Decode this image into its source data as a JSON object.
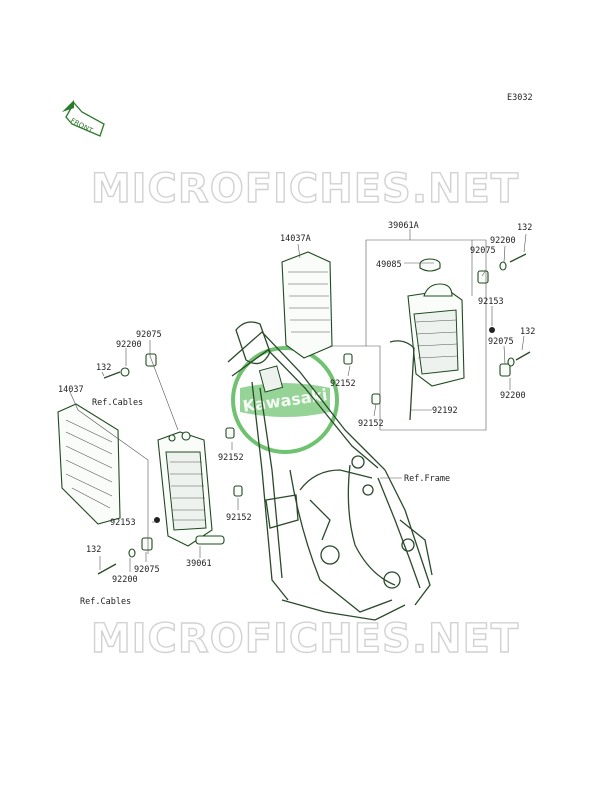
{
  "diagram_code": "E3032",
  "front_label": "FRONT",
  "watermark_text": "MICROFICHES.NET",
  "logo_text": "Kawasaki",
  "labels": {
    "p14037A": "14037A",
    "p39061A": "39061A",
    "p49085": "49085",
    "p92075_tr": "92075",
    "p92200_tr": "92200",
    "p132_tr": "132",
    "p92153_r": "92153",
    "p132_r": "132",
    "p92075_r": "92075",
    "p92200_r": "92200",
    "p92152_top": "92152",
    "p92152_mid": "92152",
    "p92192": "92192",
    "ref_frame": "Ref.Frame",
    "p92075_l": "92075",
    "p92200_l": "92200",
    "p132_l": "132",
    "ref_cables_top": "Ref.Cables",
    "p14037": "14037",
    "p92152_l1": "92152",
    "p92152_l2": "92152",
    "p92153_l": "92153",
    "p39061": "39061",
    "p132_bl": "132",
    "p92075_bl": "92075",
    "p92200_bl": "92200",
    "ref_cables_bottom": "Ref.Cables"
  },
  "colors": {
    "line": "#1f4a1f",
    "logo": "#3fae3f",
    "watermark": "#d2d2d2"
  }
}
